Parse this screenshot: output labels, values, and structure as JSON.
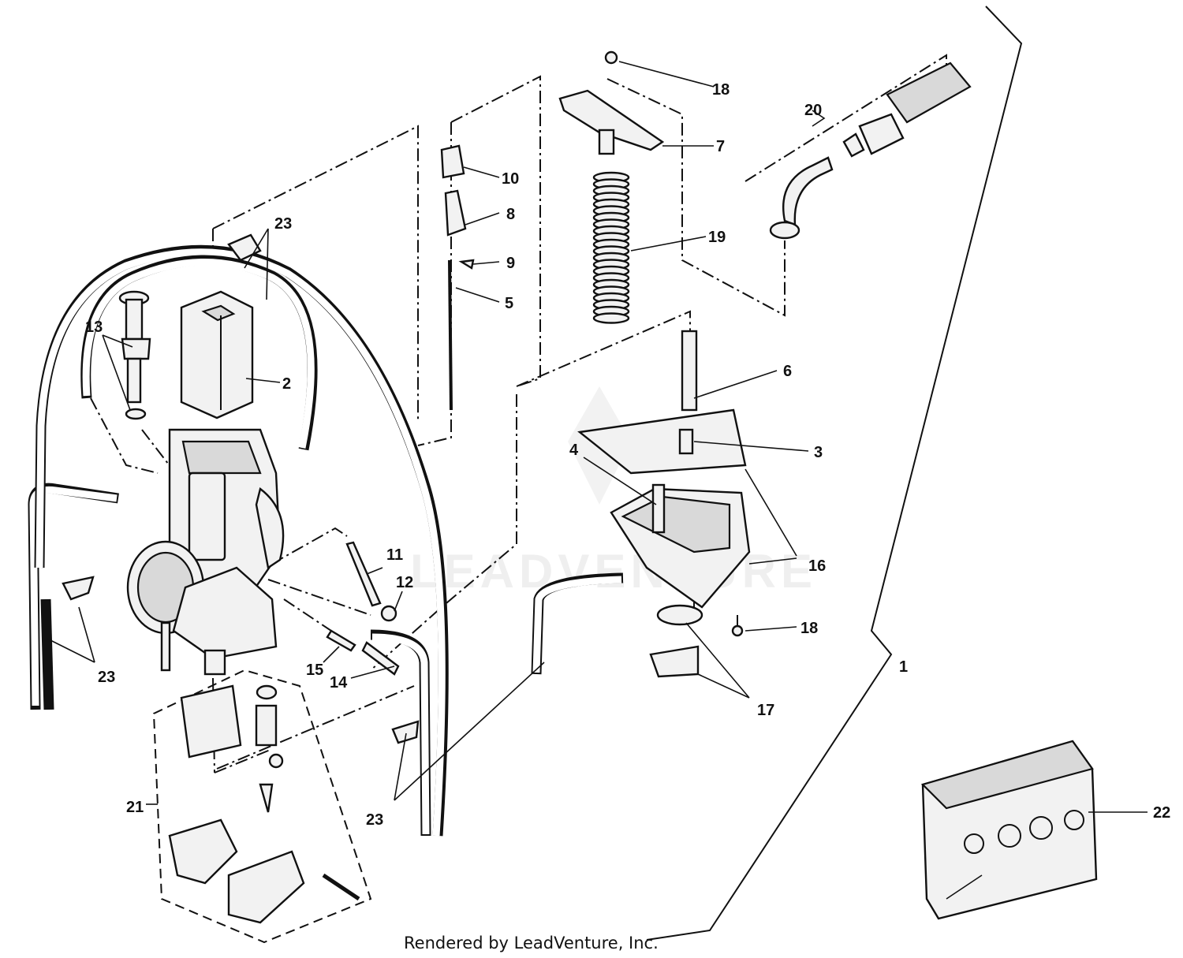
{
  "diagram": {
    "callouts": {
      "c1": "1",
      "c2": "2",
      "c3": "3",
      "c4": "4",
      "c5": "5",
      "c6": "6",
      "c7": "7",
      "c8": "8",
      "c9": "9",
      "c10": "10",
      "c11": "11",
      "c12": "12",
      "c13": "13",
      "c14": "14",
      "c15": "15",
      "c16": "16",
      "c17": "17",
      "c18a": "18",
      "c18b": "18",
      "c19": "19",
      "c20": "20",
      "c21": "21",
      "c22": "22",
      "c23a": "23",
      "c23b": "23",
      "c23c": "23"
    },
    "watermark_text": "LEADVENTURE",
    "footer": "Rendered by LeadVenture, Inc."
  }
}
